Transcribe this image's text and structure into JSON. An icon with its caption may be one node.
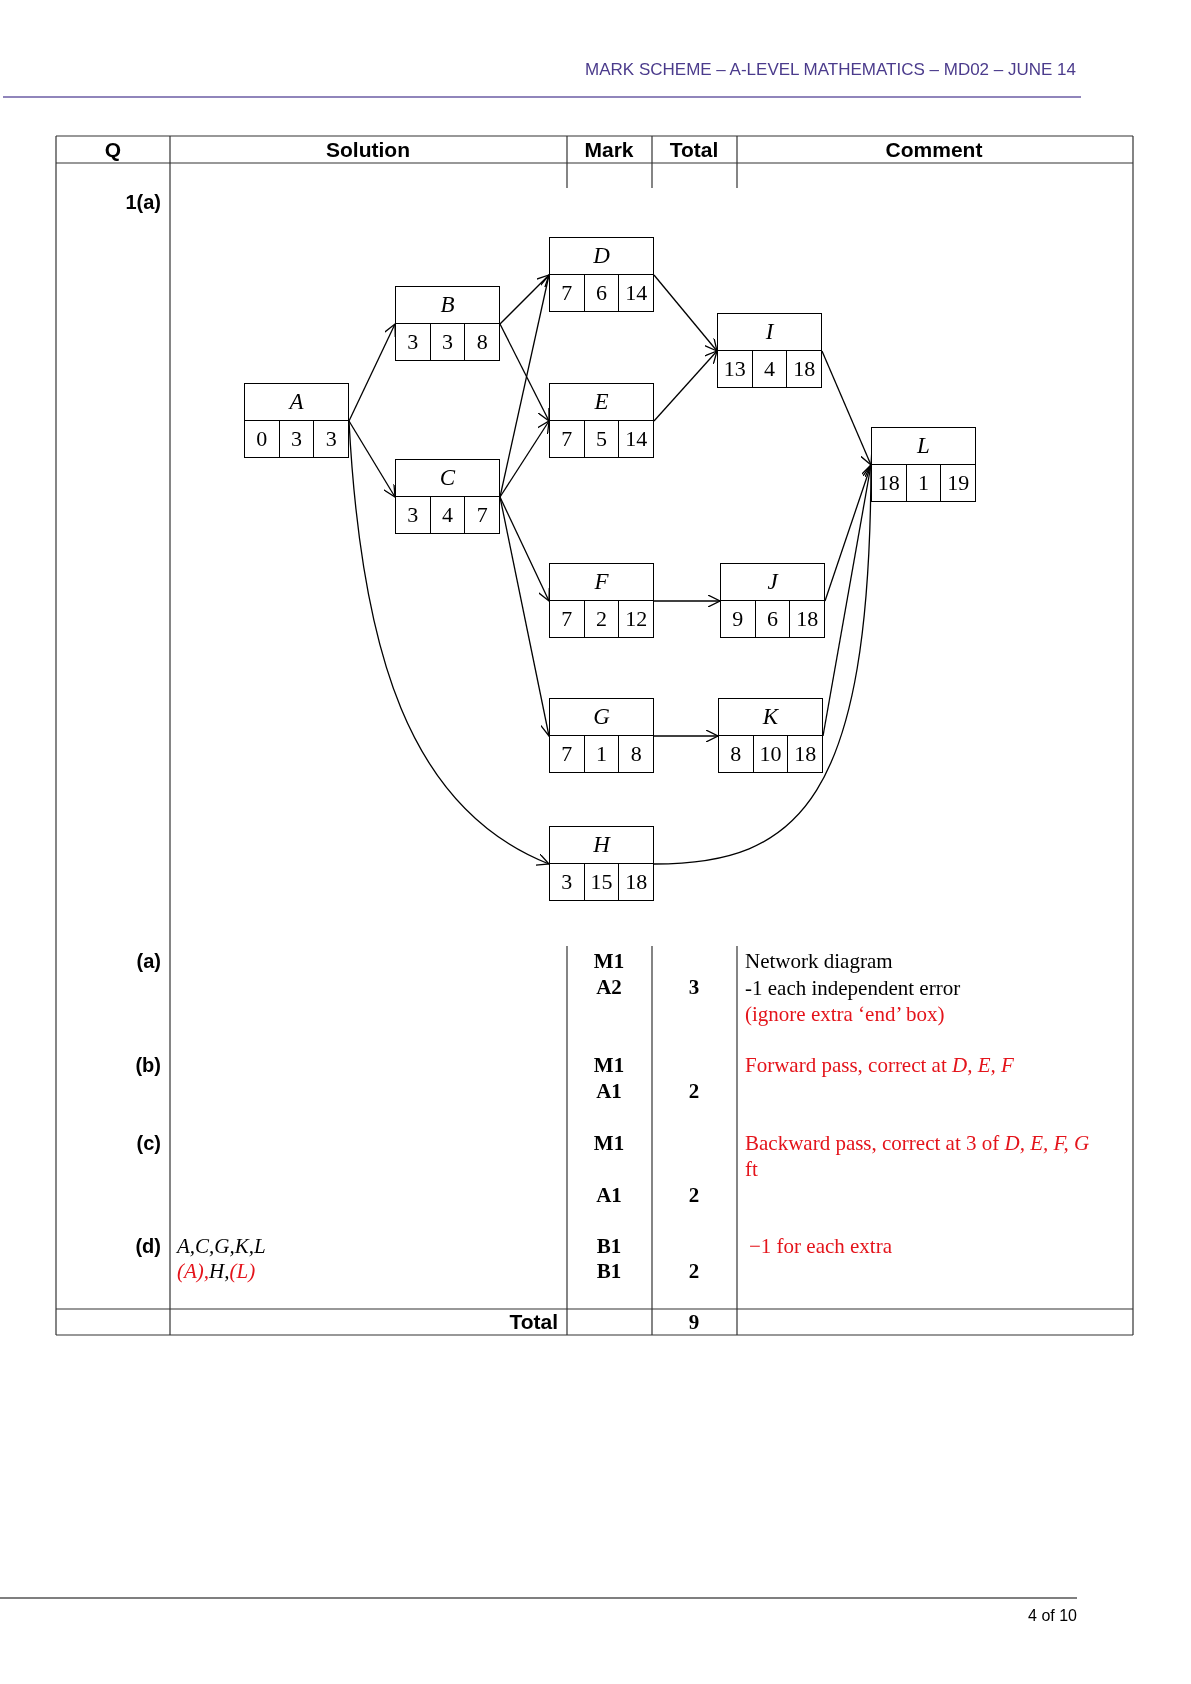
{
  "diagram": {
    "nodes": [
      {
        "text": [
          "A",
          "0",
          "3",
          "3"
        ]
      },
      {
        "text": [
          "B",
          "3",
          "3",
          "8"
        ]
      },
      {
        "text": [
          "C",
          "3",
          "4",
          "7"
        ]
      },
      {
        "text": [
          "D",
          "7",
          "6",
          "14"
        ]
      },
      {
        "text": [
          "E",
          "7",
          "5",
          "14"
        ]
      },
      {
        "text": [
          "F",
          "7",
          "2",
          "12"
        ]
      },
      {
        "text": [
          "G",
          "7",
          "1",
          "8"
        ]
      },
      {
        "text": [
          "H",
          "3",
          "15",
          "18"
        ]
      },
      {
        "text": [
          "I",
          "13",
          "4",
          "18"
        ]
      },
      {
        "text": [
          "J",
          "9",
          "6",
          "18"
        ]
      },
      {
        "text": [
          "K",
          "8",
          "10",
          "18"
        ]
      },
      {
        "text": [
          "L",
          "18",
          "1",
          "19"
        ]
      }
    ],
    "edges": [
      {
        "from": 0,
        "to": 1,
        "arrow": "to"
      },
      {
        "from": 0,
        "to": 2,
        "arrow": "to"
      },
      {
        "from": 0,
        "to": 7,
        "arrow": "to"
      },
      {
        "from": 1,
        "to": 3,
        "arrow": "to"
      },
      {
        "from": 1,
        "to": 4,
        "arrow": "to"
      },
      {
        "from": 2,
        "to": 3,
        "arrow": "to"
      },
      {
        "from": 2,
        "to": 4,
        "arrow": "to"
      },
      {
        "from": 2,
        "to": 5,
        "arrow": "to"
      },
      {
        "from": 2,
        "to": 6,
        "arrow": "to"
      },
      {
        "from": 3,
        "to": 8,
        "arrow": "to"
      },
      {
        "from": 4,
        "to": 8,
        "arrow": "to"
      },
      {
        "from": 5,
        "to": 9,
        "arrow": "to"
      },
      {
        "from": 6,
        "to": 10,
        "arrow": "to"
      },
      {
        "from": 8,
        "to": 11,
        "arrow": "to"
      },
      {
        "from": 9,
        "to": 11,
        "arrow": "to"
      },
      {
        "from": 10,
        "to": 11,
        "arrow": "to"
      },
      {
        "from": 7,
        "to": 11,
        "arrow": "to"
      }
    ],
    "labels": [
      "MARK SCHEME – A-LEVEL MATHEMATICS – MD02 – JUNE 14",
      "Q",
      "Solution",
      "Mark",
      "Total",
      "Comment",
      "1(a)",
      "(a)",
      "M1",
      "A2",
      "3",
      "Network diagram",
      "-1 each independent error",
      "(ignore extra ‘end’ box)",
      "(b)",
      "M1",
      "A1",
      "2",
      "Forward pass, correct at *D, E, F*",
      "(c)",
      "M1",
      "A1",
      "2",
      "Backward pass, correct at 3 of *D, E, F, G* ft",
      "(d)",
      "A,C,G,K,L",
      "(A),",
      "H,",
      "(L)",
      "B1",
      "B1",
      "2",
      "−1 for each extra",
      "Total",
      "9",
      "4 of 10"
    ]
  }
}
